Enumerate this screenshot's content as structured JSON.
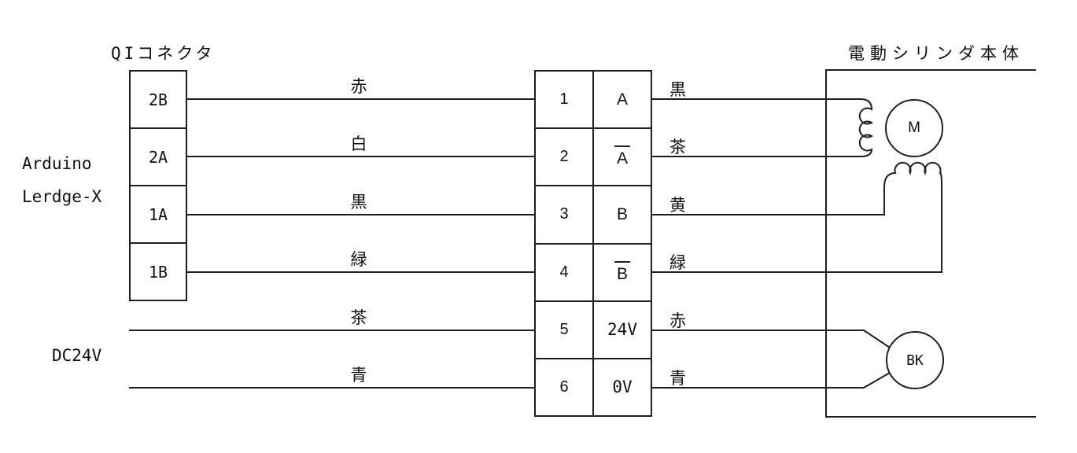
{
  "colors": {
    "line": "#1f1f1f",
    "text": "#101010",
    "background": "#ffffff"
  },
  "qi_connector": {
    "title": "QIコネクタ",
    "pins": [
      "2B",
      "2A",
      "1A",
      "1B"
    ]
  },
  "device": {
    "line1": "Arduino",
    "line2": "Lerdge-X"
  },
  "power": {
    "label": "DC24V"
  },
  "terminal_block": {
    "rows": [
      {
        "pin": "1",
        "signal": "A",
        "overline": false,
        "left_wire": "赤",
        "right_wire": "黒"
      },
      {
        "pin": "2",
        "signal": "A",
        "overline": true,
        "left_wire": "白",
        "right_wire": "茶"
      },
      {
        "pin": "3",
        "signal": "B",
        "overline": false,
        "left_wire": "黒",
        "right_wire": "黄"
      },
      {
        "pin": "4",
        "signal": "B",
        "overline": true,
        "left_wire": "緑",
        "right_wire": "緑"
      },
      {
        "pin": "5",
        "signal": "24V",
        "overline": false,
        "left_wire": "茶",
        "right_wire": "赤"
      },
      {
        "pin": "6",
        "signal": "0V",
        "overline": false,
        "left_wire": "青",
        "right_wire": "青"
      }
    ]
  },
  "cylinder": {
    "title": "電動シリンダ本体",
    "motor_label": "M",
    "brake_label": "BK"
  }
}
